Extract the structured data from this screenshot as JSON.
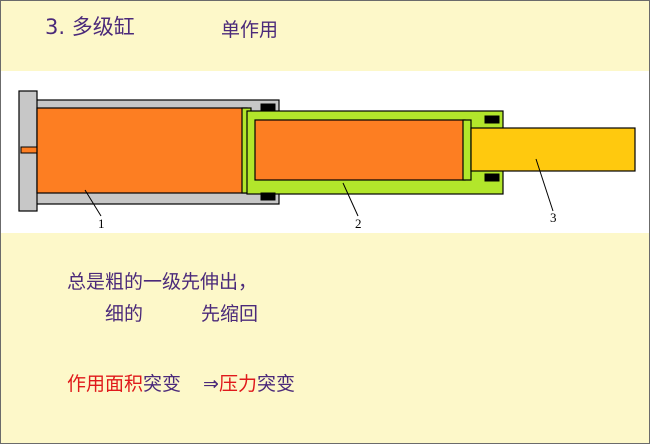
{
  "slide": {
    "title": "3. 多级缸",
    "subtitle": "单作用"
  },
  "diagram": {
    "labels": [
      "1",
      "2",
      "3"
    ],
    "colors": {
      "barrel": "#c7c7c7",
      "piston": "#fd7e22",
      "middle_stage": "#b2e62b",
      "rod": "#ffc90e",
      "seal": "#000000",
      "outline": "#000000"
    }
  },
  "notes": {
    "line1": "总是粗的一级先伸出，",
    "line2_part1": "细的",
    "line2_part2": "先缩回",
    "line3_part1": "作用面积",
    "line3_part2": "突变",
    "line3_arrow": "⇒",
    "line3_part3": "压力",
    "line3_part4": "突变"
  }
}
